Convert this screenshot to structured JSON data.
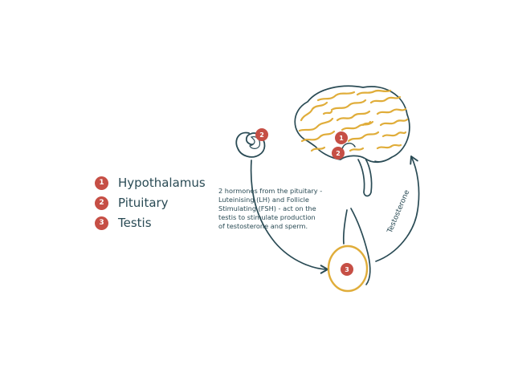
{
  "legend": [
    {
      "number": "1",
      "label": "Hypothalamus"
    },
    {
      "number": "2",
      "label": "Pituitary"
    },
    {
      "number": "3",
      "label": "Testis"
    }
  ],
  "caption_lines": [
    "2 hormones from the pituitary -",
    "Luteinising (LH) and Follicle",
    "Stimulating (FSH) - act on the",
    "testis to stimulate production",
    "of testosterone and sperm."
  ],
  "arrow_label": "Testosterone",
  "markers": {
    "brain_hypothalamus": "1",
    "brain_pituitary": "2",
    "pituitary_gland": "2",
    "testis": "3"
  },
  "colors": {
    "outline": "#2a4b55",
    "gold": "#e0ad3a",
    "badge": "#c64f45"
  }
}
